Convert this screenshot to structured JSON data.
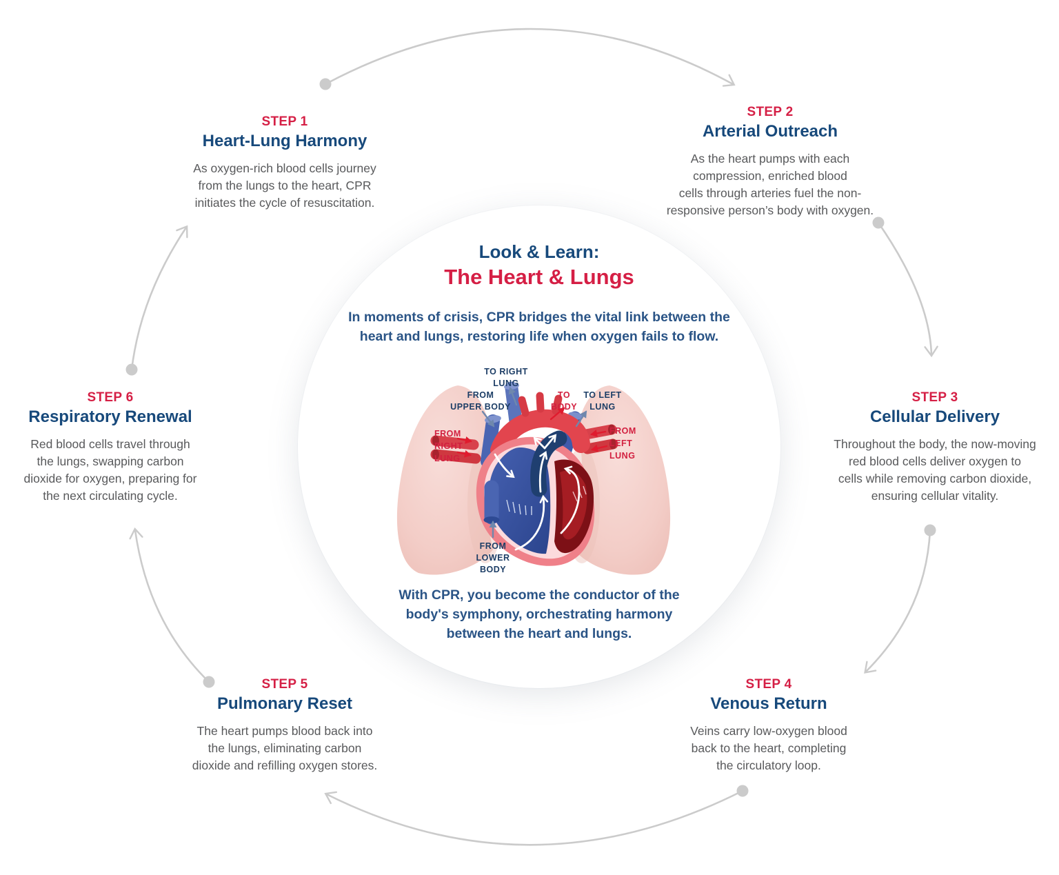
{
  "center": {
    "title_line1": "Look & Learn:",
    "title_line2": "The Heart & Lungs",
    "subtitle": "In moments of crisis, CPR bridges the vital link between the\nheart and lungs, restoring life when oxygen fails to flow.",
    "footer": "With CPR, you become the conductor of the\nbody's symphony, orchestrating harmony\nbetween the heart and lungs."
  },
  "illustration": {
    "labels": {
      "to_right_lung": [
        "TO RIGHT",
        "LUNG"
      ],
      "from_upper_body": [
        "FROM",
        "UPPER BODY"
      ],
      "to_body": [
        "TO",
        "BODY"
      ],
      "to_left_lung": [
        "TO LEFT",
        "LUNG"
      ],
      "from_right_lung": [
        "FROM",
        "RIGHT",
        "LUNG"
      ],
      "from_left_lung": [
        "FROM",
        "LEFT",
        "LUNG"
      ],
      "from_lower_body": [
        "FROM",
        "LOWER",
        "BODY"
      ]
    }
  },
  "steps": [
    {
      "step": "STEP 1",
      "title": "Heart-Lung Harmony",
      "description": "As oxygen-rich blood cells journey\nfrom the lungs to the heart, CPR\ninitiates the cycle of resuscitation."
    },
    {
      "step": "STEP 2",
      "title": "Arterial Outreach",
      "description": "As the heart pumps with each\ncompression, enriched blood\ncells through arteries fuel the non-\nresponsive person’s body with oxygen."
    },
    {
      "step": "STEP 3",
      "title": "Cellular Delivery",
      "description": "Throughout the body, the now-moving\nred blood cells deliver oxygen to\ncells while removing carbon dioxide,\nensuring cellular vitality."
    },
    {
      "step": "STEP 4",
      "title": "Venous Return",
      "description": "Veins carry low-oxygen blood\nback to the heart, completing\nthe circulatory loop."
    },
    {
      "step": "STEP 5",
      "title": "Pulmonary Reset",
      "description": "The heart pumps blood back into\nthe lungs, eliminating carbon\ndioxide and refilling oxygen stores."
    },
    {
      "step": "STEP 6",
      "title": "Respiratory Renewal",
      "description": "Red blood cells travel through\nthe lungs, swapping carbon\ndioxide for oxygen, preparing for\nthe next circulating cycle."
    }
  ],
  "colors": {
    "step_accent_red": "#d51f45",
    "heading_navy": "#17497b",
    "body_gray": "#58595b",
    "paragraph_navy": "#2a5486",
    "arc_gray": "#cbcbcb",
    "label_navy": "#1d3e66",
    "label_red": "#d21f3f"
  }
}
